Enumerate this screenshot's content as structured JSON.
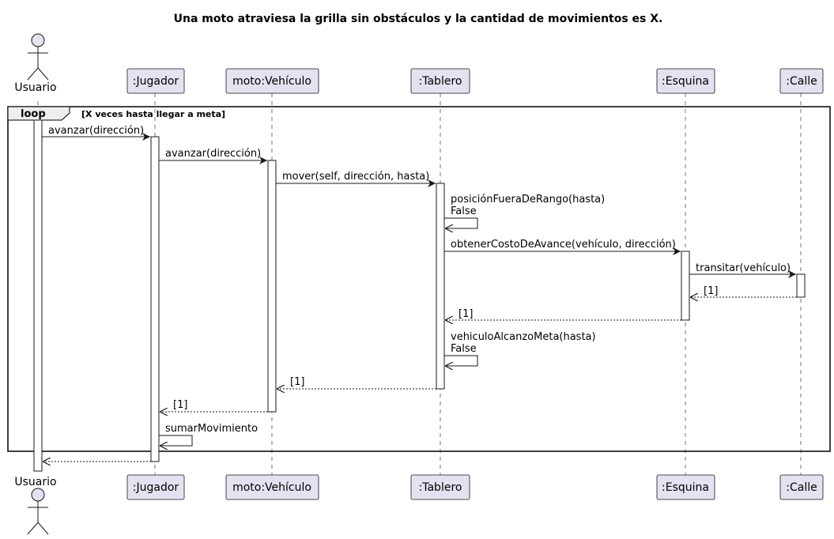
{
  "title": "Una moto atraviesa la grilla sin obstáculos y la cantidad de movimientos es X.",
  "participants": [
    {
      "id": "usuario",
      "label": "Usuario",
      "kind": "actor"
    },
    {
      "id": "jugador",
      "label": ":Jugador",
      "kind": "box"
    },
    {
      "id": "moto",
      "label": "moto:Vehículo",
      "kind": "box"
    },
    {
      "id": "tablero",
      "label": ":Tablero",
      "kind": "box"
    },
    {
      "id": "esquina",
      "label": ":Esquina",
      "kind": "box"
    },
    {
      "id": "calle",
      "label": ":Calle",
      "kind": "box"
    }
  ],
  "loop": {
    "keyword": "loop",
    "condition": "[X veces hasta llegar a meta]"
  },
  "messages": [
    {
      "from": "usuario",
      "to": "jugador",
      "label": "avanzar(dirección)",
      "type": "sync"
    },
    {
      "from": "jugador",
      "to": "moto",
      "label": "avanzar(dirección)",
      "type": "sync"
    },
    {
      "from": "moto",
      "to": "tablero",
      "label": "mover(self, dirección, hasta)",
      "type": "sync"
    },
    {
      "from": "tablero",
      "to": "tablero",
      "label": "posiciónFueraDeRango(hasta)",
      "label2": "False",
      "type": "self"
    },
    {
      "from": "tablero",
      "to": "esquina",
      "label": "obtenerCostoDeAvance(vehículo, dirección)",
      "type": "sync"
    },
    {
      "from": "esquina",
      "to": "calle",
      "label": "transitar(vehículo)",
      "type": "sync"
    },
    {
      "from": "calle",
      "to": "esquina",
      "label": "[1]",
      "type": "return"
    },
    {
      "from": "esquina",
      "to": "tablero",
      "label": "[1]",
      "type": "return"
    },
    {
      "from": "tablero",
      "to": "tablero",
      "label": "vehiculoAlcanzoMeta(hasta)",
      "label2": "False",
      "type": "self"
    },
    {
      "from": "tablero",
      "to": "moto",
      "label": "[1]",
      "type": "return"
    },
    {
      "from": "moto",
      "to": "jugador",
      "label": "[1]",
      "type": "return"
    },
    {
      "from": "jugador",
      "to": "jugador",
      "label": "sumarMovimiento",
      "type": "self"
    },
    {
      "from": "jugador",
      "to": "usuario",
      "label": "",
      "type": "return"
    }
  ]
}
